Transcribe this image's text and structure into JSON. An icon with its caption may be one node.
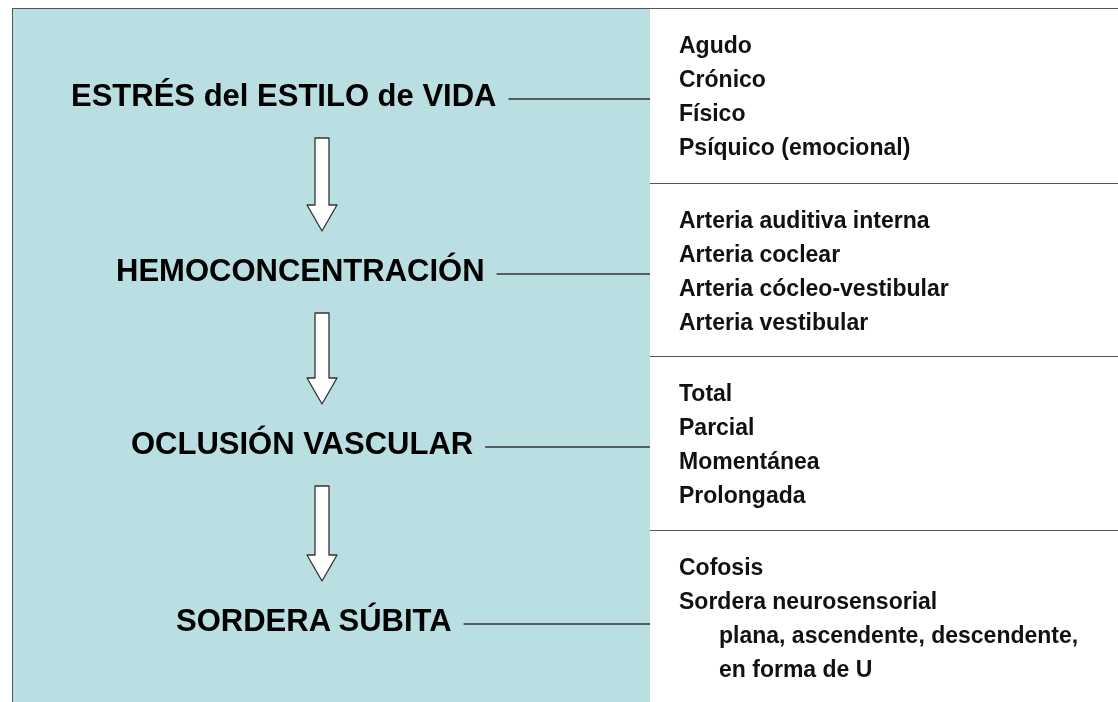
{
  "diagram": {
    "nodes": [
      {
        "text": [],
        "shape": "box"
      },
      {
        "text": [
          "ESTRÉS del ESTILO de VIDA"
        ],
        "in": 0
      },
      {
        "text": [
          "HEMOCONCENTRACIÓN"
        ],
        "in": 0
      },
      {
        "text": [
          "OCLUSIÓN VASCULAR"
        ],
        "in": 0
      },
      {
        "text": [
          "SORDERA SÚBITA"
        ],
        "in": 0
      },
      {
        "text": [
          "Agudo",
          "Crónico",
          "Físico",
          "Psíquico (emocional)"
        ]
      },
      {
        "text": [
          "Arteria auditiva interna",
          "Arteria coclear",
          "Arteria cócleo-vestibular",
          "Arteria vestibular"
        ]
      },
      {
        "text": [
          "Total",
          "Parcial",
          "Momentánea",
          "Prolongada"
        ]
      },
      {
        "text": [
          "Cofosis",
          "Sordera neurosensorial",
          "plana, ascendente, descendente, en forma de U"
        ]
      }
    ],
    "edges": [
      {
        "from": 1,
        "to": 2,
        "arrow": "to"
      },
      {
        "from": 2,
        "to": 3,
        "arrow": "to"
      },
      {
        "from": 3,
        "to": 4,
        "arrow": "to"
      },
      {
        "from": 1,
        "to": 5,
        "arrow": "none"
      },
      {
        "from": 2,
        "to": 6,
        "arrow": "none"
      },
      {
        "from": 3,
        "to": 7,
        "arrow": "none"
      },
      {
        "from": 4,
        "to": 8,
        "arrow": "none"
      }
    ]
  }
}
